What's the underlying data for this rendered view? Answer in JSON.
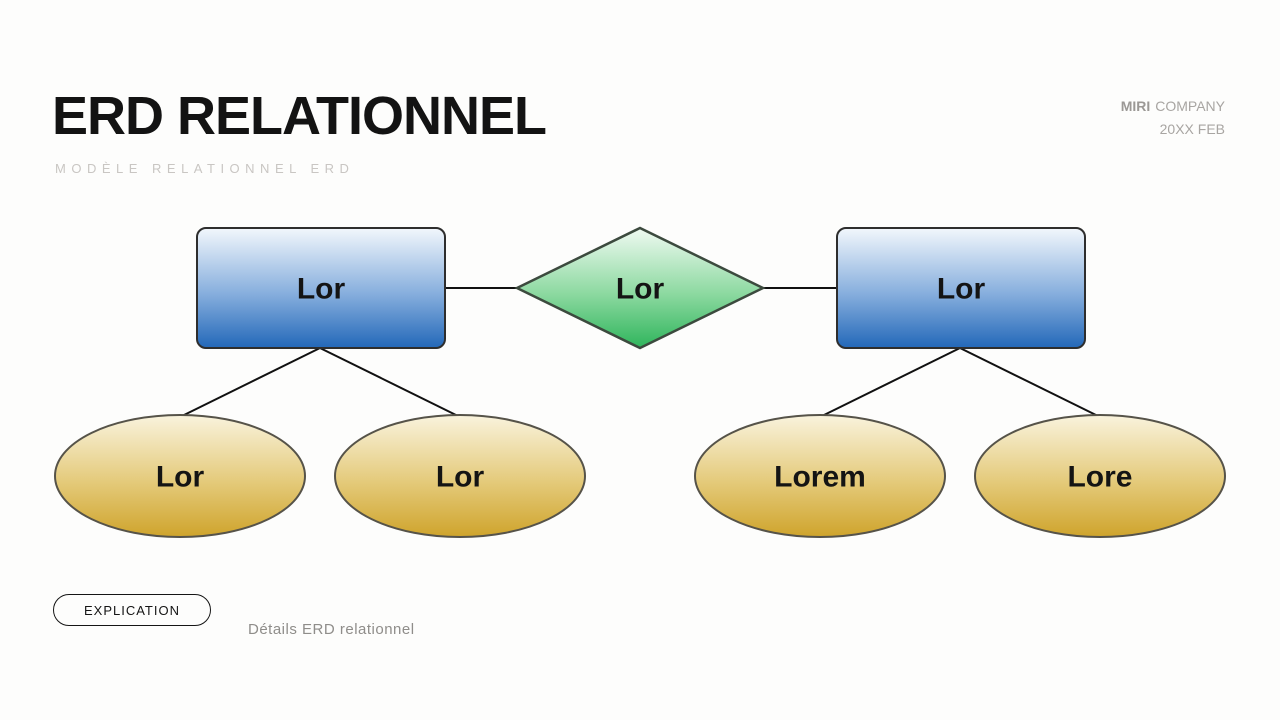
{
  "header": {
    "title": "ERD RELATIONNEL",
    "subtitle": "MODÈLE RELATIONNEL ERD",
    "brand": "MIRI",
    "company": "COMPANY",
    "date": "20XX FEB"
  },
  "diagram": {
    "type": "erd",
    "entity_left": {
      "label": "Lor",
      "shape": "rectangle"
    },
    "relationship": {
      "label": "Lor",
      "shape": "diamond"
    },
    "entity_right": {
      "label": "Lor",
      "shape": "rectangle"
    },
    "attr_1": {
      "label": "Lor",
      "shape": "ellipse"
    },
    "attr_2": {
      "label": "Lor",
      "shape": "ellipse"
    },
    "attr_3": {
      "label": "Lorem",
      "shape": "ellipse"
    },
    "attr_4": {
      "label": "Lore",
      "shape": "ellipse"
    },
    "edges": [
      [
        "entity_left",
        "relationship"
      ],
      [
        "relationship",
        "entity_right"
      ],
      [
        "entity_left",
        "attr_1"
      ],
      [
        "entity_left",
        "attr_2"
      ],
      [
        "entity_right",
        "attr_3"
      ],
      [
        "entity_right",
        "attr_4"
      ]
    ],
    "colors": {
      "entity_gradient_top": "#f2f7fc",
      "entity_gradient_mid": "#86aedd",
      "entity_gradient_bottom": "#2368b9",
      "relationship_gradient_top": "#f0faf2",
      "relationship_gradient_mid": "#8cd9a0",
      "relationship_gradient_bottom": "#2fb55c",
      "attribute_gradient_top": "#f9f3dd",
      "attribute_gradient_mid": "#e4ca7a",
      "attribute_gradient_bottom": "#cfa42c",
      "stroke": "#3a3a3a",
      "connector": "#111111"
    }
  },
  "footer": {
    "button_label": "EXPLICATION",
    "caption": "Détails ERD relationnel"
  }
}
